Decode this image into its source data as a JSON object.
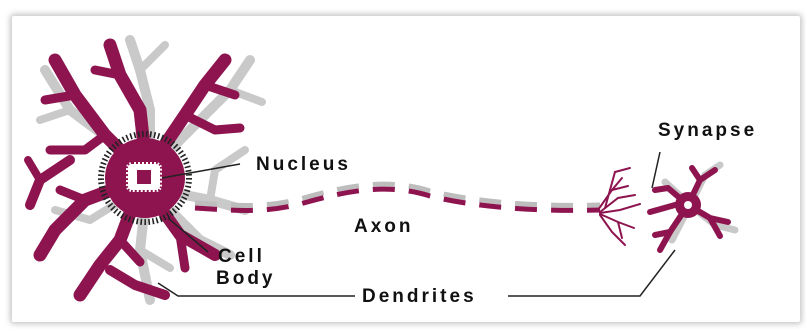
{
  "labels": {
    "synapse": "Synapse",
    "nucleus": "Nucleus",
    "axon": "Axon",
    "cell_body_line1": "Cell",
    "cell_body_line2": "Body",
    "dendrites": "Dendrites"
  },
  "colors": {
    "neuron": "#8e1450",
    "shadow": "#c9c9c9",
    "axon_shadow": "#bdbdbd",
    "leader_line": "#222222",
    "label": "#111111",
    "background": "#ffffff"
  }
}
